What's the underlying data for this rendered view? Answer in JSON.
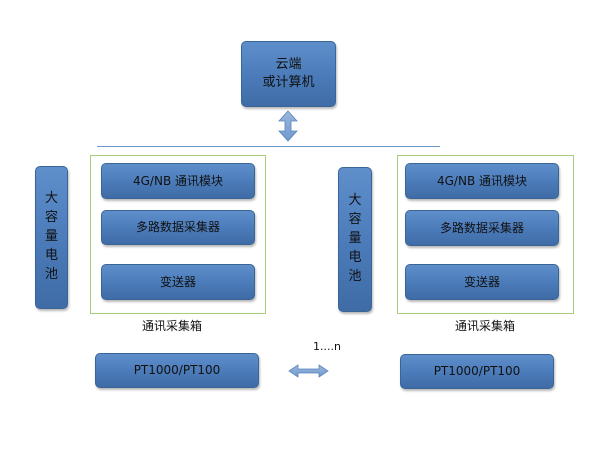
{
  "cloud": {
    "line1": "云端",
    "line2": "或计算机"
  },
  "left_station": {
    "battery_chars": [
      "大",
      "容",
      "量",
      "电",
      "池"
    ],
    "comm_module": "4G/NB 通讯模块",
    "multichannel": "多路数据采集器",
    "transmitter": "变送器",
    "box_label": "通讯采集箱",
    "sensor": "PT1000/PT100"
  },
  "right_station": {
    "battery_chars": [
      "大",
      "容",
      "量",
      "电",
      "池"
    ],
    "comm_module": "4G/NB 通讯模块",
    "multichannel": "多路数据采集器",
    "transmitter": "变送器",
    "box_label": "通讯采集箱",
    "sensor": "PT1000/PT100"
  },
  "range_label": "1....n",
  "colors": {
    "box_fill": "#4f80bd",
    "frame_border": "#a9cf7b",
    "connector": "#6f98cc"
  }
}
